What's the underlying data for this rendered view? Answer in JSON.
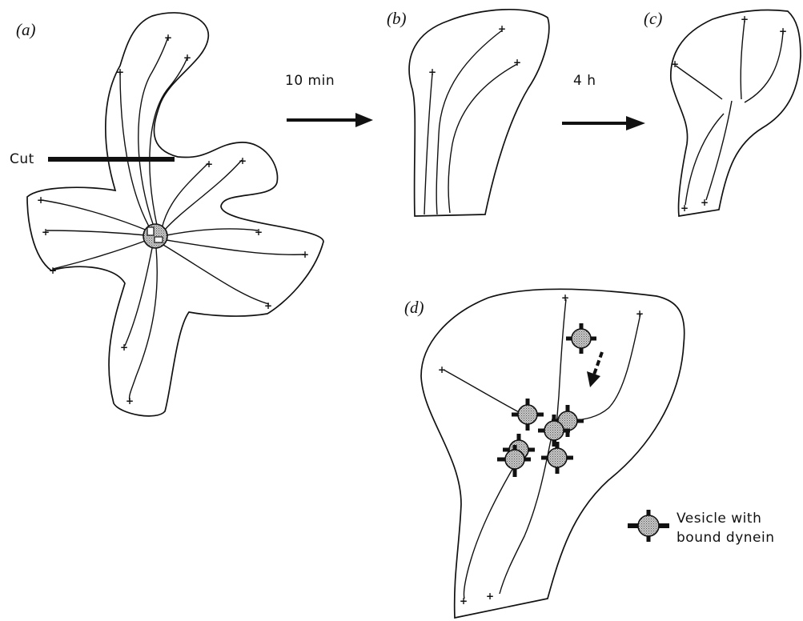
{
  "panels": {
    "a": "(a)",
    "b": "(b)",
    "c": "(c)",
    "d": "(d)"
  },
  "labels": {
    "cut": "Cut",
    "time_1": "10 min",
    "time_2": "4 h",
    "plus_end": "+",
    "legend_line1": "Vesicle with",
    "legend_line2": "bound dynein"
  },
  "colors": {
    "ink": "#111111",
    "vesicle_fill": "#a9a9a9"
  }
}
